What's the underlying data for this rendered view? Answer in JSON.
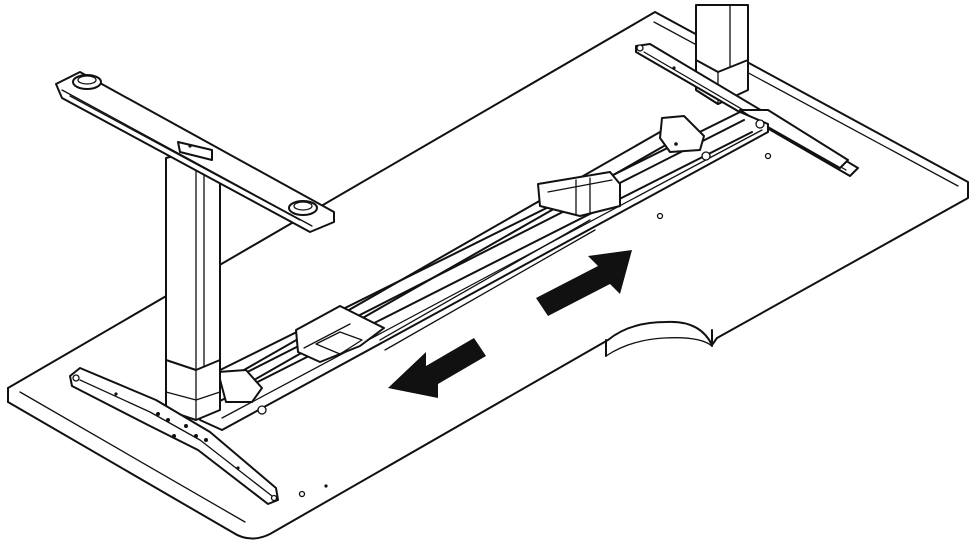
{
  "diagram": {
    "subject": "",
    "colors": {
      "stroke": "#111111",
      "fill": "#ffffff",
      "arrow": "#111111"
    },
    "parts": [
      "desktop",
      "left-leg-column",
      "left-top-bracket",
      "right-leg-column",
      "right-top-bracket",
      "crossbar-frame",
      "left-foot",
      "right-foot"
    ],
    "arrows": [
      {
        "name": "extend-left-arrow",
        "direction": "left"
      },
      {
        "name": "extend-right-arrow",
        "direction": "right"
      }
    ]
  }
}
